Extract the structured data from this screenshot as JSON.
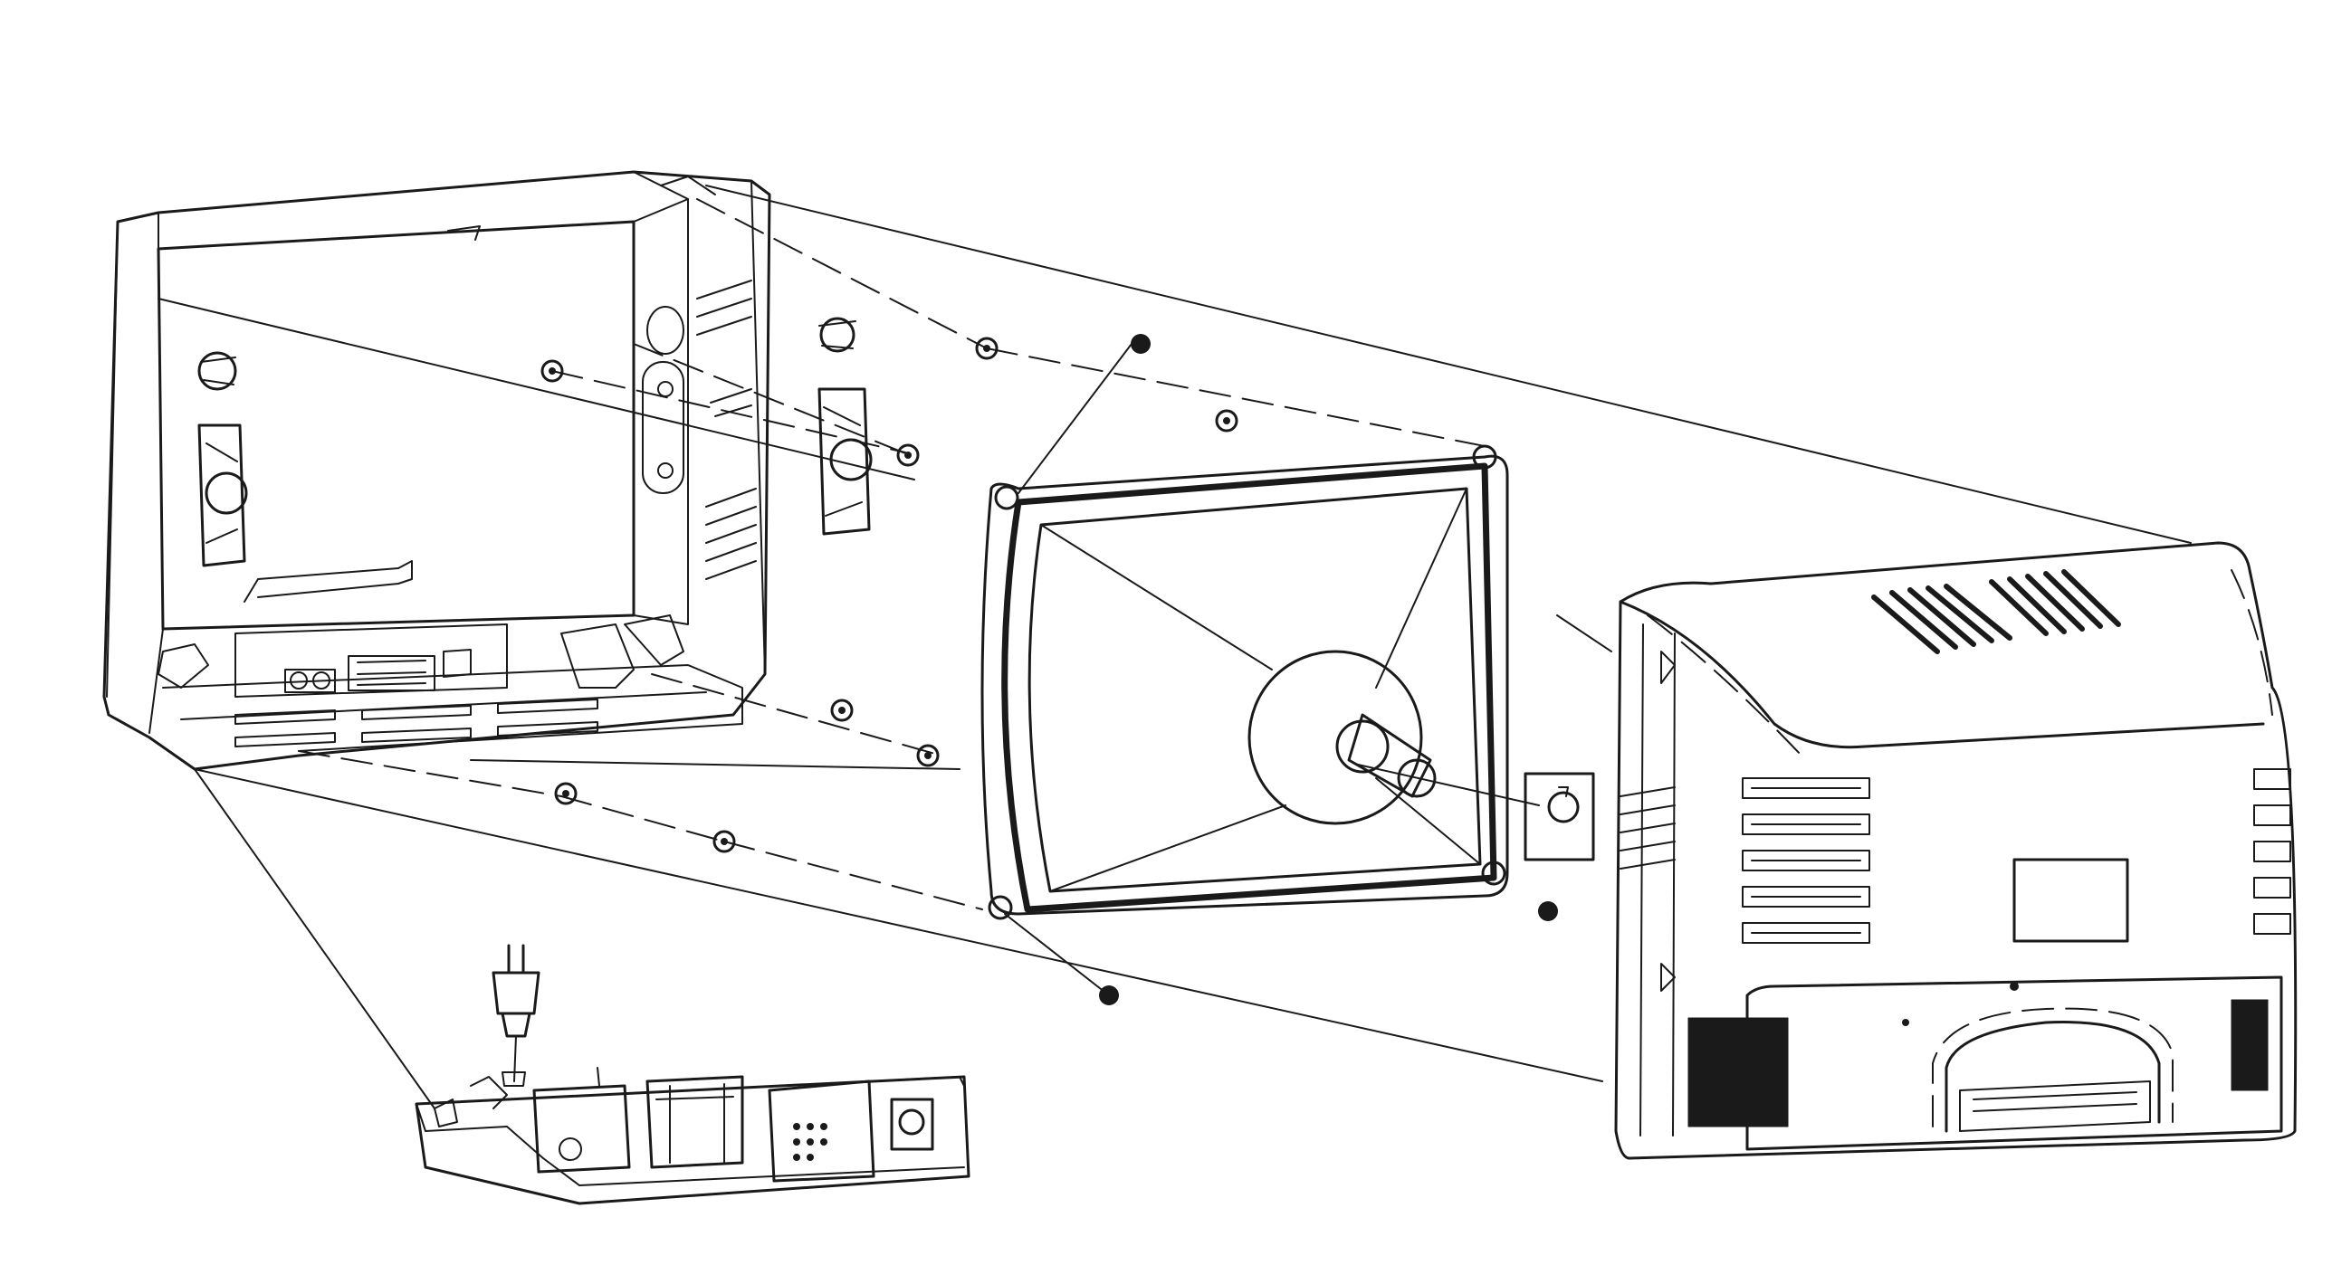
{
  "diagram": {
    "kind": "exploded-assembly",
    "parts": [
      "front-cabinet",
      "speaker-left",
      "speaker-right",
      "picture-tube",
      "anode-cap",
      "back-cover",
      "main-chassis",
      "power-plug",
      "mounting-screws"
    ]
  }
}
